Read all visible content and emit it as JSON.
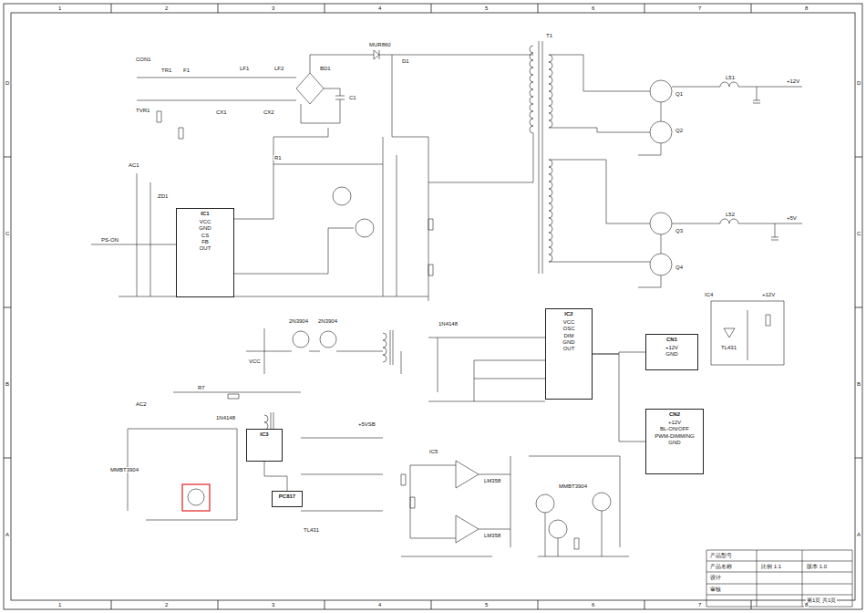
{
  "diagram": {
    "nodes": [
      {
        "text": [
          "IC1",
          "VCC",
          "GND",
          "CS",
          "FB",
          "OUT"
        ]
      },
      {
        "text": [
          "IC2",
          "VCC",
          "OSC",
          "DIM",
          "GND",
          "OUT"
        ]
      },
      {
        "text": [
          "CN1",
          "+12V",
          "GND"
        ]
      },
      {
        "text": [
          "CN2",
          "+12V",
          "BL-ON/OFF",
          "PWM-DIMMING",
          "GND"
        ]
      },
      {
        "text": [
          "PC817"
        ]
      },
      {
        "text": [
          "IC3"
        ]
      }
    ],
    "edges": [
      {
        "from": 1,
        "to": 2,
        "arrow": "none"
      },
      {
        "from": 1,
        "to": 3,
        "arrow": "none"
      },
      {
        "from": 5,
        "to": 4,
        "arrow": "none"
      }
    ],
    "labels": [
      "1",
      "2",
      "3",
      "4",
      "5",
      "6",
      "7",
      "8",
      "1",
      "2",
      "3",
      "4",
      "5",
      "6",
      "7",
      "8",
      "D",
      "C",
      "B",
      "A",
      "D",
      "C",
      "B",
      "A",
      "CON1",
      "TVR1",
      "TR1",
      "F1",
      "CX1",
      "LF1",
      "CX2",
      "LF2",
      "BD1",
      "C1",
      "MUR860",
      "D1",
      "T1",
      "Q1",
      "Q2",
      "Q3",
      "Q4",
      "L51",
      "L52",
      "+12V",
      "+5V",
      "R1",
      "ZD1",
      "PS-ON",
      "AC1",
      "2N3904",
      "2N3904",
      "1N4148",
      "1N4148",
      "VCC",
      "AC2",
      "R7",
      "MMBT3904",
      "+5VSB",
      "TL431",
      "IC5",
      "LM358",
      "LM358",
      "MMBT3904",
      "IC4",
      "TL431",
      "+12V",
      "产品型号",
      "产品名称",
      "设计",
      "审核",
      "比例 1:1",
      "版本 1.0",
      "第1页 共1页"
    ]
  }
}
